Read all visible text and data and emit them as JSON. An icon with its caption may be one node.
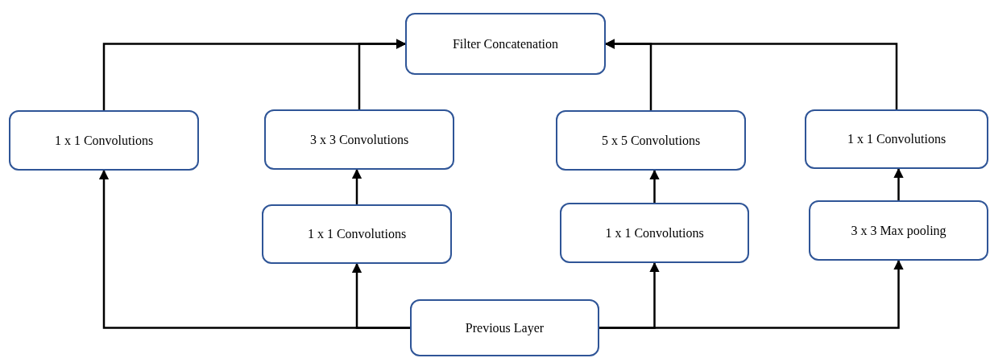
{
  "diagram": {
    "nodes": [
      {
        "text": [
          "Filter Concatenation"
        ]
      },
      {
        "text": [
          "1 x 1 Convolutions"
        ]
      },
      {
        "text": [
          "3 x 3 Convolutions"
        ]
      },
      {
        "text": [
          "5 x 5 Convolutions"
        ]
      },
      {
        "text": [
          "1 x 1 Convolutions"
        ]
      },
      {
        "text": [
          "1 x 1 Convolutions"
        ]
      },
      {
        "text": [
          "1 x 1 Convolutions"
        ]
      },
      {
        "text": [
          "3 x 3 Max pooling"
        ]
      },
      {
        "text": [
          "Previous Layer"
        ]
      }
    ],
    "edges": [
      {
        "from": 1,
        "to": 0,
        "arrow": "to"
      },
      {
        "from": 2,
        "to": 0,
        "arrow": "to"
      },
      {
        "from": 3,
        "to": 0,
        "arrow": "to"
      },
      {
        "from": 4,
        "to": 0,
        "arrow": "to"
      },
      {
        "from": 5,
        "to": 2,
        "arrow": "to"
      },
      {
        "from": 6,
        "to": 3,
        "arrow": "to"
      },
      {
        "from": 7,
        "to": 4,
        "arrow": "to"
      },
      {
        "from": 8,
        "to": 1,
        "arrow": "to"
      },
      {
        "from": 8,
        "to": 5,
        "arrow": "to"
      },
      {
        "from": 8,
        "to": 6,
        "arrow": "to"
      },
      {
        "from": 8,
        "to": 7,
        "arrow": "to"
      }
    ]
  }
}
